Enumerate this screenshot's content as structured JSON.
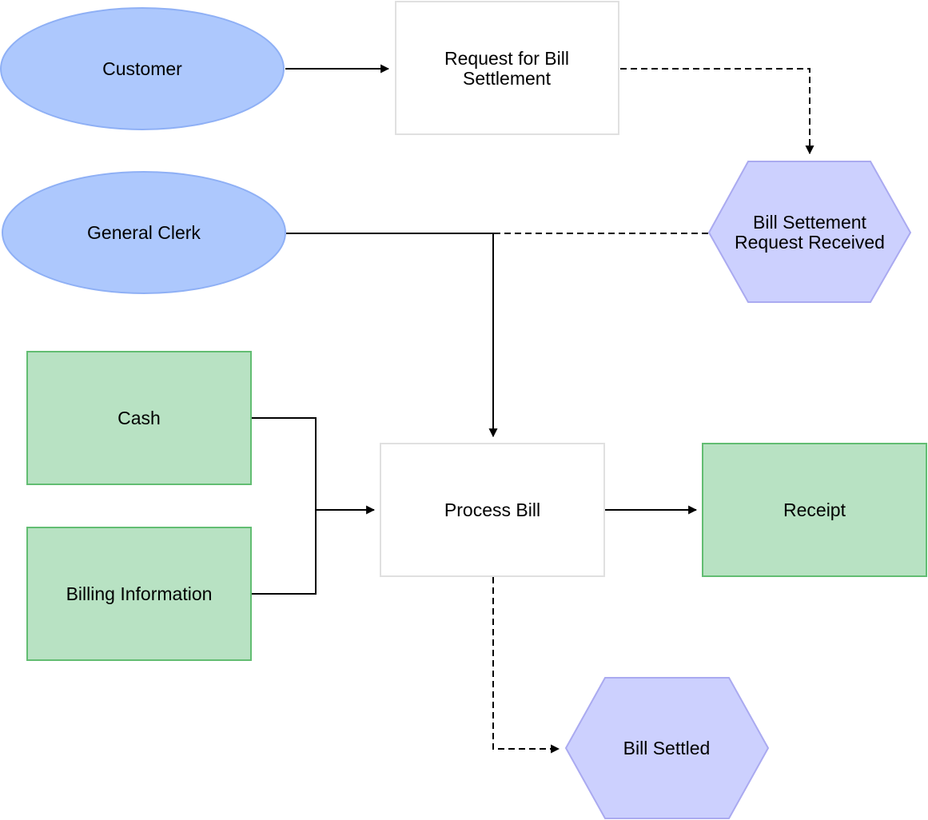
{
  "diagram": {
    "type": "EPC process flow",
    "colors": {
      "actor_fill": "#adc8fd",
      "actor_stroke": "#8fb0f5",
      "function_fill": "#ffffff",
      "function_stroke": "#e0e0e0",
      "event_fill": "#ccd0fe",
      "event_stroke": "#aaaaf0",
      "resource_fill": "#b8e2c3",
      "resource_stroke": "#62bd72",
      "edge": "#000000"
    },
    "nodes": {
      "customer": {
        "kind": "actor",
        "label": [
          "Customer"
        ]
      },
      "general_clerk": {
        "kind": "actor",
        "label": [
          "General Clerk"
        ]
      },
      "request": {
        "kind": "function",
        "label": [
          "Request for Bill",
          "Settlement"
        ]
      },
      "request_received": {
        "kind": "event",
        "label": [
          "Bill Settement",
          "Request Received"
        ]
      },
      "process_bill": {
        "kind": "function",
        "label": [
          "Process Bill"
        ]
      },
      "cash": {
        "kind": "resource",
        "label": [
          "Cash"
        ]
      },
      "billing_info": {
        "kind": "resource",
        "label": [
          "Billing Information"
        ]
      },
      "receipt": {
        "kind": "resource",
        "label": [
          "Receipt"
        ]
      },
      "bill_settled": {
        "kind": "event",
        "label": [
          "Bill Settled"
        ]
      }
    },
    "edges": [
      {
        "from": "customer",
        "to": "request",
        "style": "solid"
      },
      {
        "from": "request",
        "to": "request_received",
        "style": "dashed"
      },
      {
        "from": "request_received",
        "to": "process_bill",
        "style": "dashed"
      },
      {
        "from": "general_clerk",
        "to": "process_bill",
        "style": "solid"
      },
      {
        "from": "cash",
        "to": "process_bill",
        "style": "solid"
      },
      {
        "from": "billing_info",
        "to": "process_bill",
        "style": "solid"
      },
      {
        "from": "process_bill",
        "to": "receipt",
        "style": "solid"
      },
      {
        "from": "process_bill",
        "to": "bill_settled",
        "style": "dashed"
      }
    ]
  }
}
